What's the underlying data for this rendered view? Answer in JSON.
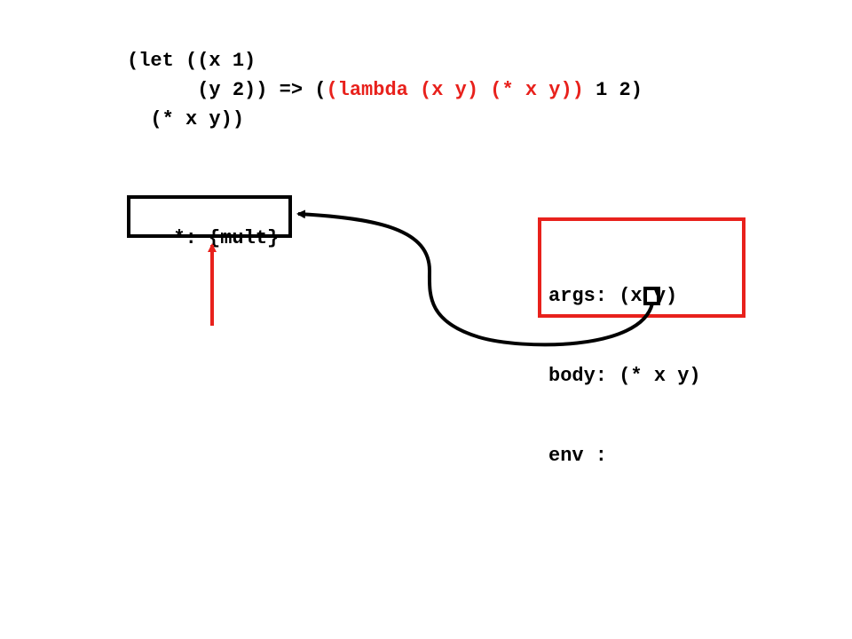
{
  "code": {
    "line1": "(let ((x 1)",
    "line2_prefix": "      (y 2)) => (",
    "line2_lambda": "(lambda (x y) (* x y))",
    "line2_args": " 1 2)",
    "line3": "  (* x y))"
  },
  "frame": {
    "binding": "*: {mult}"
  },
  "closure": {
    "args": "args: (x y)",
    "body": "body: (* x y)",
    "env": "env :"
  },
  "colors": {
    "accent": "#e8211c",
    "ink": "#000000",
    "background": "#ffffff"
  }
}
